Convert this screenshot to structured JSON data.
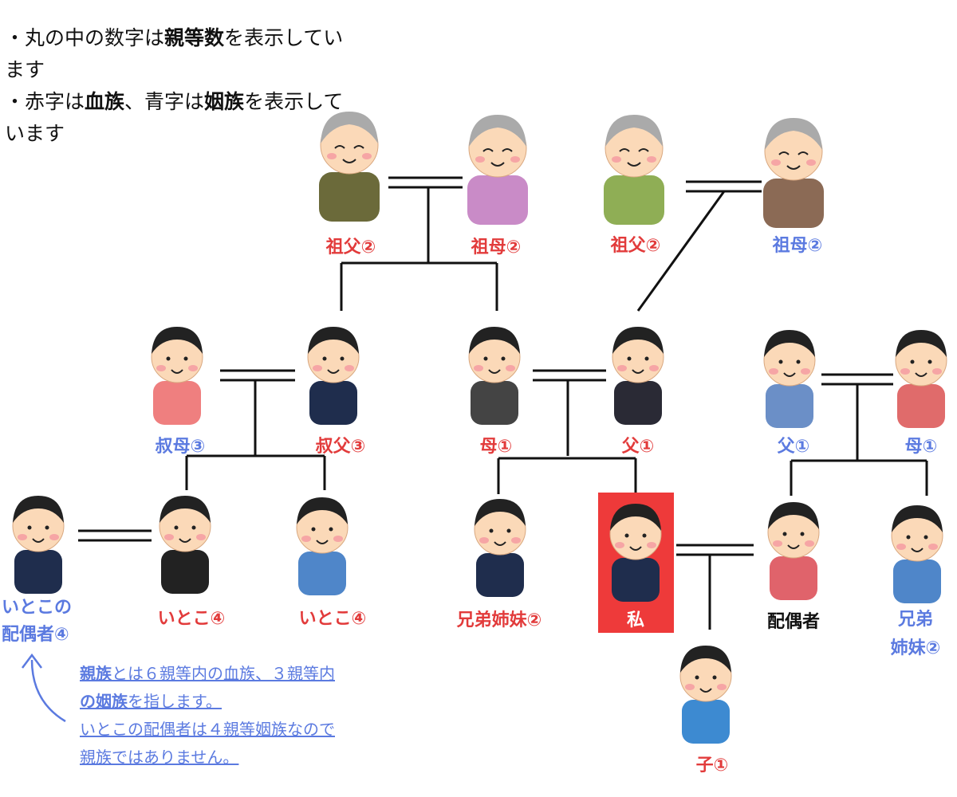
{
  "note": {
    "line1_pre": "・丸の中の数字は",
    "line1_bold": "親等数",
    "line1_post": "を表示しています",
    "line2_pre": "・赤字は",
    "line2_bold1": "血族",
    "line2_mid": "、青字は",
    "line2_bold2": "姻族",
    "line2_post": "を表示しています"
  },
  "people": {
    "gf_m": "祖父②",
    "gm_m": "祖母②",
    "gf_p": "祖父②",
    "gm_p": "祖母②",
    "aunt": "叔母③",
    "uncle": "叔父③",
    "mother": "母①",
    "father": "父①",
    "fil": "父①",
    "mil": "母①",
    "cousin_spouse_1": "いとこの",
    "cousin_spouse_2": "配偶者④",
    "cousin_f": "いとこ④",
    "cousin_m": "いとこ④",
    "sibling": "兄弟姉妹②",
    "me": "私",
    "spouse": "配偶者",
    "sib_in_law_1": "兄弟",
    "sib_in_law_2": "姉妹②",
    "child": "子①"
  },
  "bottom_note": {
    "l1_bold1": "親族",
    "l1_mid": "とは６親等内の血族、３親等内",
    "l2_bold": "の姻族",
    "l2_post": "を指します。",
    "l3": "いとこの配偶者は４親等姻族なので",
    "l4": "親族ではありません。"
  },
  "colors": {
    "blood": "#e23b3b",
    "affinity": "#5b7ae0",
    "me_box": "#ee3a3a"
  }
}
